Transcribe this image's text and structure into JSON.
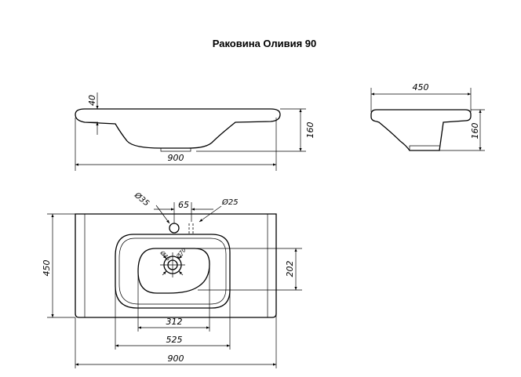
{
  "title": "Раковина Оливия 90",
  "front_view": {
    "thickness": "40",
    "height": "160",
    "width": "900"
  },
  "side_view": {
    "depth": "450",
    "height": "160"
  },
  "top_view": {
    "tap_hole_dia": "Ø35",
    "tap_offset": "65",
    "overflow_dia": "Ø25",
    "drain_dia_1": "Ø45",
    "drain_dia_2": "Ø70",
    "depth": "450",
    "inner_bowl_depth": "202",
    "inner_bowl_width": "312",
    "outer_bowl_width": "525",
    "width": "900"
  }
}
